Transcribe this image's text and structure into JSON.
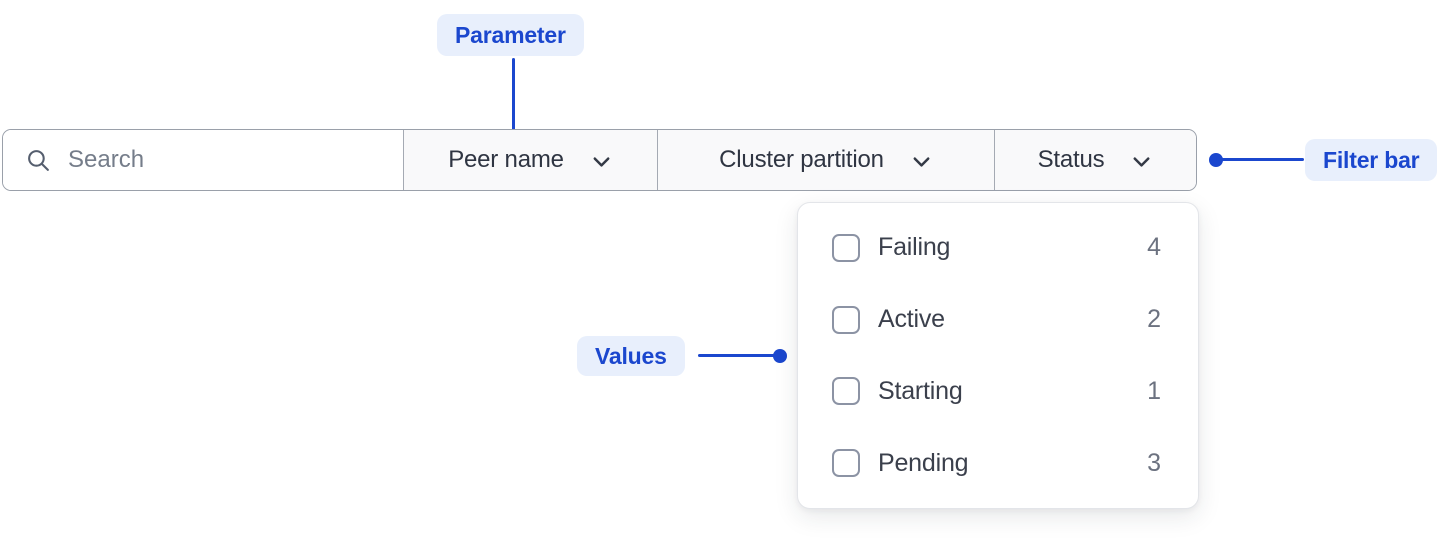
{
  "annotations": {
    "parameter_label": "Parameter",
    "filter_bar_label": "Filter bar",
    "values_label": "Values",
    "accent_color": "#1B47CE",
    "badge_bg_color": "#E8EFFC"
  },
  "filter_bar": {
    "search": {
      "placeholder": "Search",
      "value": ""
    },
    "dropdowns": [
      {
        "label": "Peer name"
      },
      {
        "label": "Cluster partition"
      },
      {
        "label": "Status"
      }
    ]
  },
  "status_dropdown": {
    "options": [
      {
        "label": "Failing",
        "count": "4",
        "checked": false
      },
      {
        "label": "Active",
        "count": "2",
        "checked": false
      },
      {
        "label": "Starting",
        "count": "1",
        "checked": false
      },
      {
        "label": "Pending",
        "count": "3",
        "checked": false
      }
    ]
  },
  "icons": {
    "search": "magnifying-glass",
    "dropdown": "chevron-down"
  }
}
